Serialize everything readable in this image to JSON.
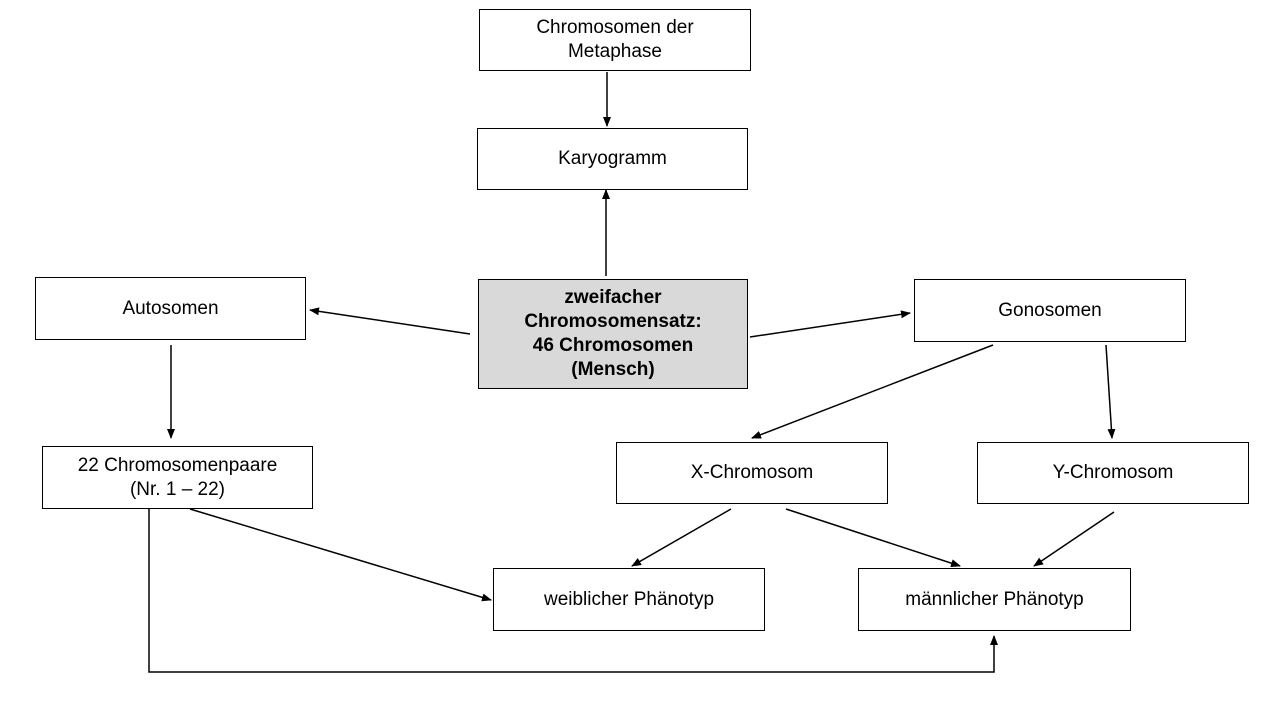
{
  "nodes": {
    "metaphase": "Chromosomen der\nMetaphase",
    "karyogramm": "Karyogramm",
    "center": "zweifacher\nChromosomensatz:\n46 Chromosomen\n(Mensch)",
    "autosomen": "Autosomen",
    "gonosomen": "Gonosomen",
    "paare": "22 Chromosomenpaare\n(Nr. 1 – 22)",
    "x_chromosom": "X-Chromosom",
    "y_chromosom": "Y-Chromosom",
    "weiblich": "weiblicher Phänotyp",
    "maennlich": "männlicher Phänotyp"
  },
  "colors": {
    "border": "#000000",
    "center_fill": "#d9d9d9",
    "box_fill": "#ffffff"
  }
}
